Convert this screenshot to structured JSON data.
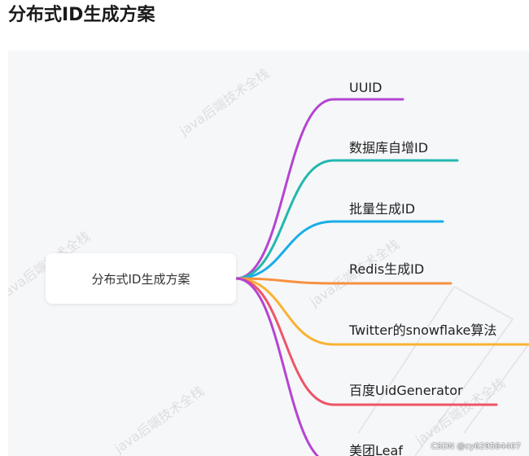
{
  "page": {
    "title": "分布式ID生成方案"
  },
  "mindmap": {
    "root": {
      "label": "分布式ID生成方案"
    },
    "branches": [
      {
        "label": "UUID",
        "color": "#b445d0"
      },
      {
        "label": "数据库自增ID",
        "color": "#22b8ad"
      },
      {
        "label": "批量生成ID",
        "color": "#19aee8"
      },
      {
        "label": "Redis生成ID",
        "color": "#f5913f"
      },
      {
        "label": "Twitter的snowflake算法",
        "color": "#f9b233"
      },
      {
        "label": "百度UidGenerator",
        "color": "#ee5468"
      },
      {
        "label": "美团Leaf",
        "color": "#b445d0"
      }
    ]
  },
  "watermark": {
    "text": "java后端技术全栈"
  },
  "footer": {
    "credit": "CSDN @cy629584407"
  }
}
